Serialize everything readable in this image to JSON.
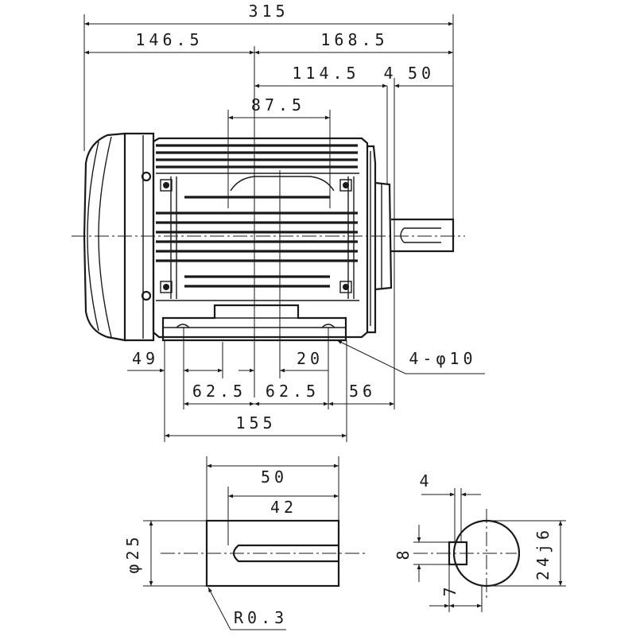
{
  "drawing": {
    "colors": {
      "ink": "#1a1a1a",
      "paper": "#ffffff"
    },
    "motor_view": {
      "dimensions": {
        "overall_length": "315",
        "fan_side": "146.5",
        "shaft_side": "168.5",
        "flange_to_center": "114.5",
        "shaft_gap": "4",
        "shaft_length": "50",
        "foot_span": "87.5",
        "foot_overhang": "49",
        "foot_offset": "20",
        "foot_half_left": "62.5",
        "foot_half_right": "62.5",
        "foot_to_flange": "56",
        "foot_total": "155",
        "mounting_holes": "4-φ10"
      }
    },
    "shaft_detail": {
      "dimensions": {
        "shaft_length": "50",
        "keyway_length": "42",
        "shaft_diameter": "φ25",
        "corner_radius": "R0.3"
      }
    },
    "shaft_section": {
      "dimensions": {
        "key_depth": "4",
        "key_width": "8",
        "key_height": "7",
        "shaft_fit": "24j6"
      }
    }
  }
}
